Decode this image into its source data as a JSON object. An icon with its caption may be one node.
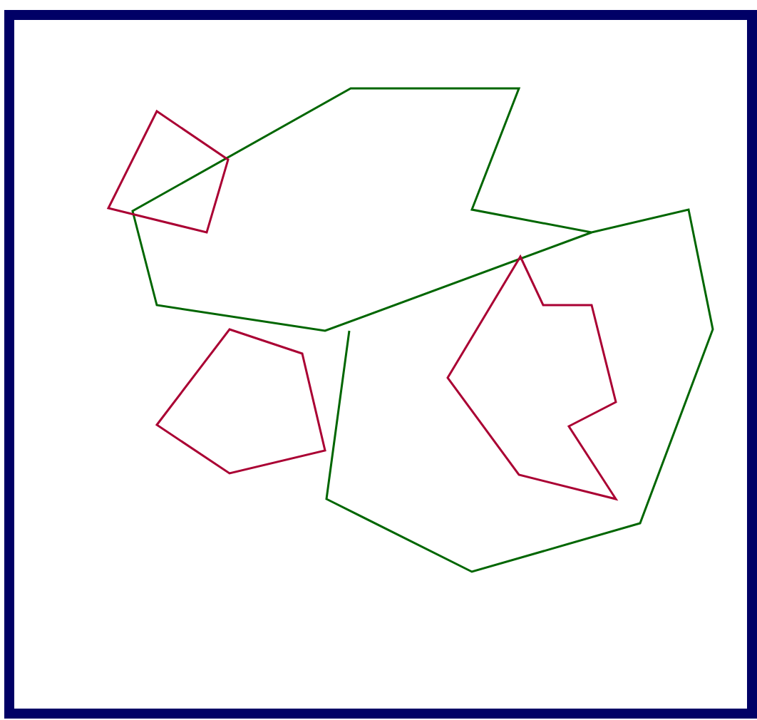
{
  "diagram": {
    "nodes": [
      {
        "text": [],
        "shape": "polygon"
      },
      {
        "text": [],
        "shape": "polygon"
      },
      {
        "text": [],
        "shape": "polygon"
      }
    ]
  }
}
